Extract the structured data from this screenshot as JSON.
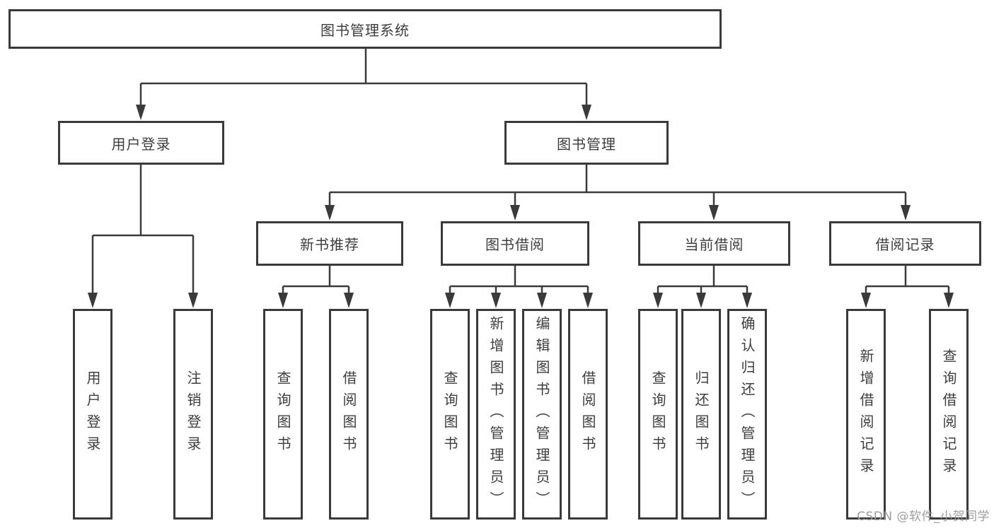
{
  "nodes": {
    "root": {
      "label": "图书管理系统"
    },
    "user_login": {
      "label": "用户登录",
      "children": [
        {
          "label": "用户登录"
        },
        {
          "label": "注销登录"
        }
      ]
    },
    "book_management": {
      "label": "图书管理",
      "children": [
        {
          "label": "新书推荐",
          "children": [
            {
              "label": "查询图书"
            },
            {
              "label": "借阅图书"
            }
          ]
        },
        {
          "label": "图书借阅",
          "children": [
            {
              "label": "查询图书"
            },
            {
              "label": "新增图书（管理员）"
            },
            {
              "label": "编辑图书（管理员）"
            },
            {
              "label": "借阅图书"
            }
          ]
        },
        {
          "label": "当前借阅",
          "children": [
            {
              "label": "查询图书"
            },
            {
              "label": "归还图书"
            },
            {
              "label": "确认归还（管理员）"
            }
          ]
        },
        {
          "label": "借阅记录",
          "children": [
            {
              "label": "新增借阅记录"
            },
            {
              "label": "查询借阅记录"
            }
          ]
        }
      ]
    }
  },
  "watermark": "CSDN @软件_小贺同学",
  "colors": {
    "line": "#3a3a3a",
    "box_border": "#3a3a3a",
    "text": "#3d3d3d",
    "watermark_text": "#9d9d9d",
    "background": "#ffffff"
  }
}
